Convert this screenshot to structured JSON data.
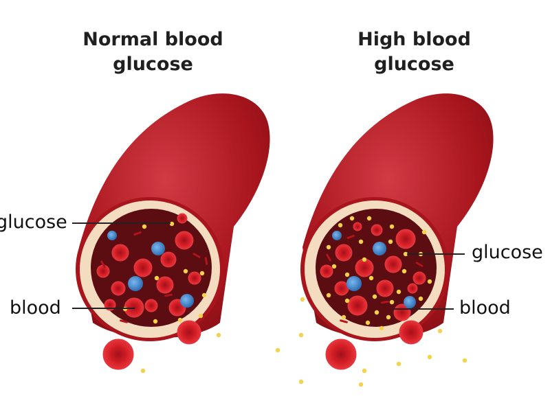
{
  "panels": [
    {
      "title_line1": "Normal blood",
      "title_line2": "glucose",
      "glucose_label": "glucose",
      "blood_label": "blood"
    },
    {
      "title_line1": "High blood",
      "title_line2": "glucose",
      "glucose_label": "glucose",
      "blood_label": "blood"
    }
  ],
  "colors": {
    "vessel_outer": "#a8151d",
    "vessel_inner_wall": "#f4dcc1",
    "lumen": "#5c0d12",
    "red_cell": "#d21d25",
    "glucose": "#f5d24a",
    "white_cell": "#3f8ad1"
  }
}
